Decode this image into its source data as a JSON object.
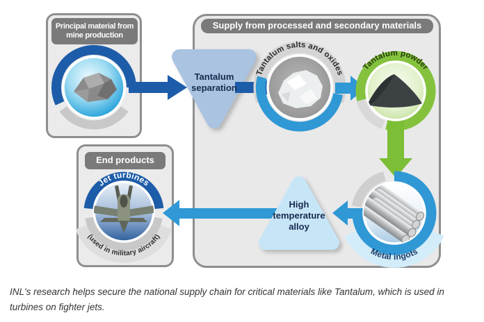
{
  "diagram": {
    "principal_box_title": "Principal material from mine production",
    "main_box_title": "Supply from processed and secondary materials",
    "end_box_title": "End products",
    "separation_label": "Tantalum separation",
    "salts_label": "Tantalum salts and oxides",
    "powder_label": "Tantalum powder",
    "ingots_label": "Metal ingots",
    "alloy_label": "High temperature alloy",
    "jet_label": "Jet turbines",
    "jet_sublabel": "(used in military aircraft)",
    "images": {
      "ore": "raw ore rock",
      "salts": "white salt crystals",
      "powder": "dark tantalum powder pile",
      "ingots": "bundle of metal ingot rods",
      "jet": "fighter jet front view"
    }
  },
  "palette": {
    "dark_blue": "#1d5ca9",
    "medium_blue": "#2f98d5",
    "green": "#84c23e",
    "steel_blue_triangle": "#a9c3e0",
    "light_blue_triangle": "#c6e6f8",
    "header_gray": "#7a7a7a",
    "panel_gray": "#ebebeb",
    "navy_text": "#16294e"
  },
  "caption": "INL's research helps secure the national supply chain for critical materials like Tantalum, which is used in turbines on fighter jets."
}
